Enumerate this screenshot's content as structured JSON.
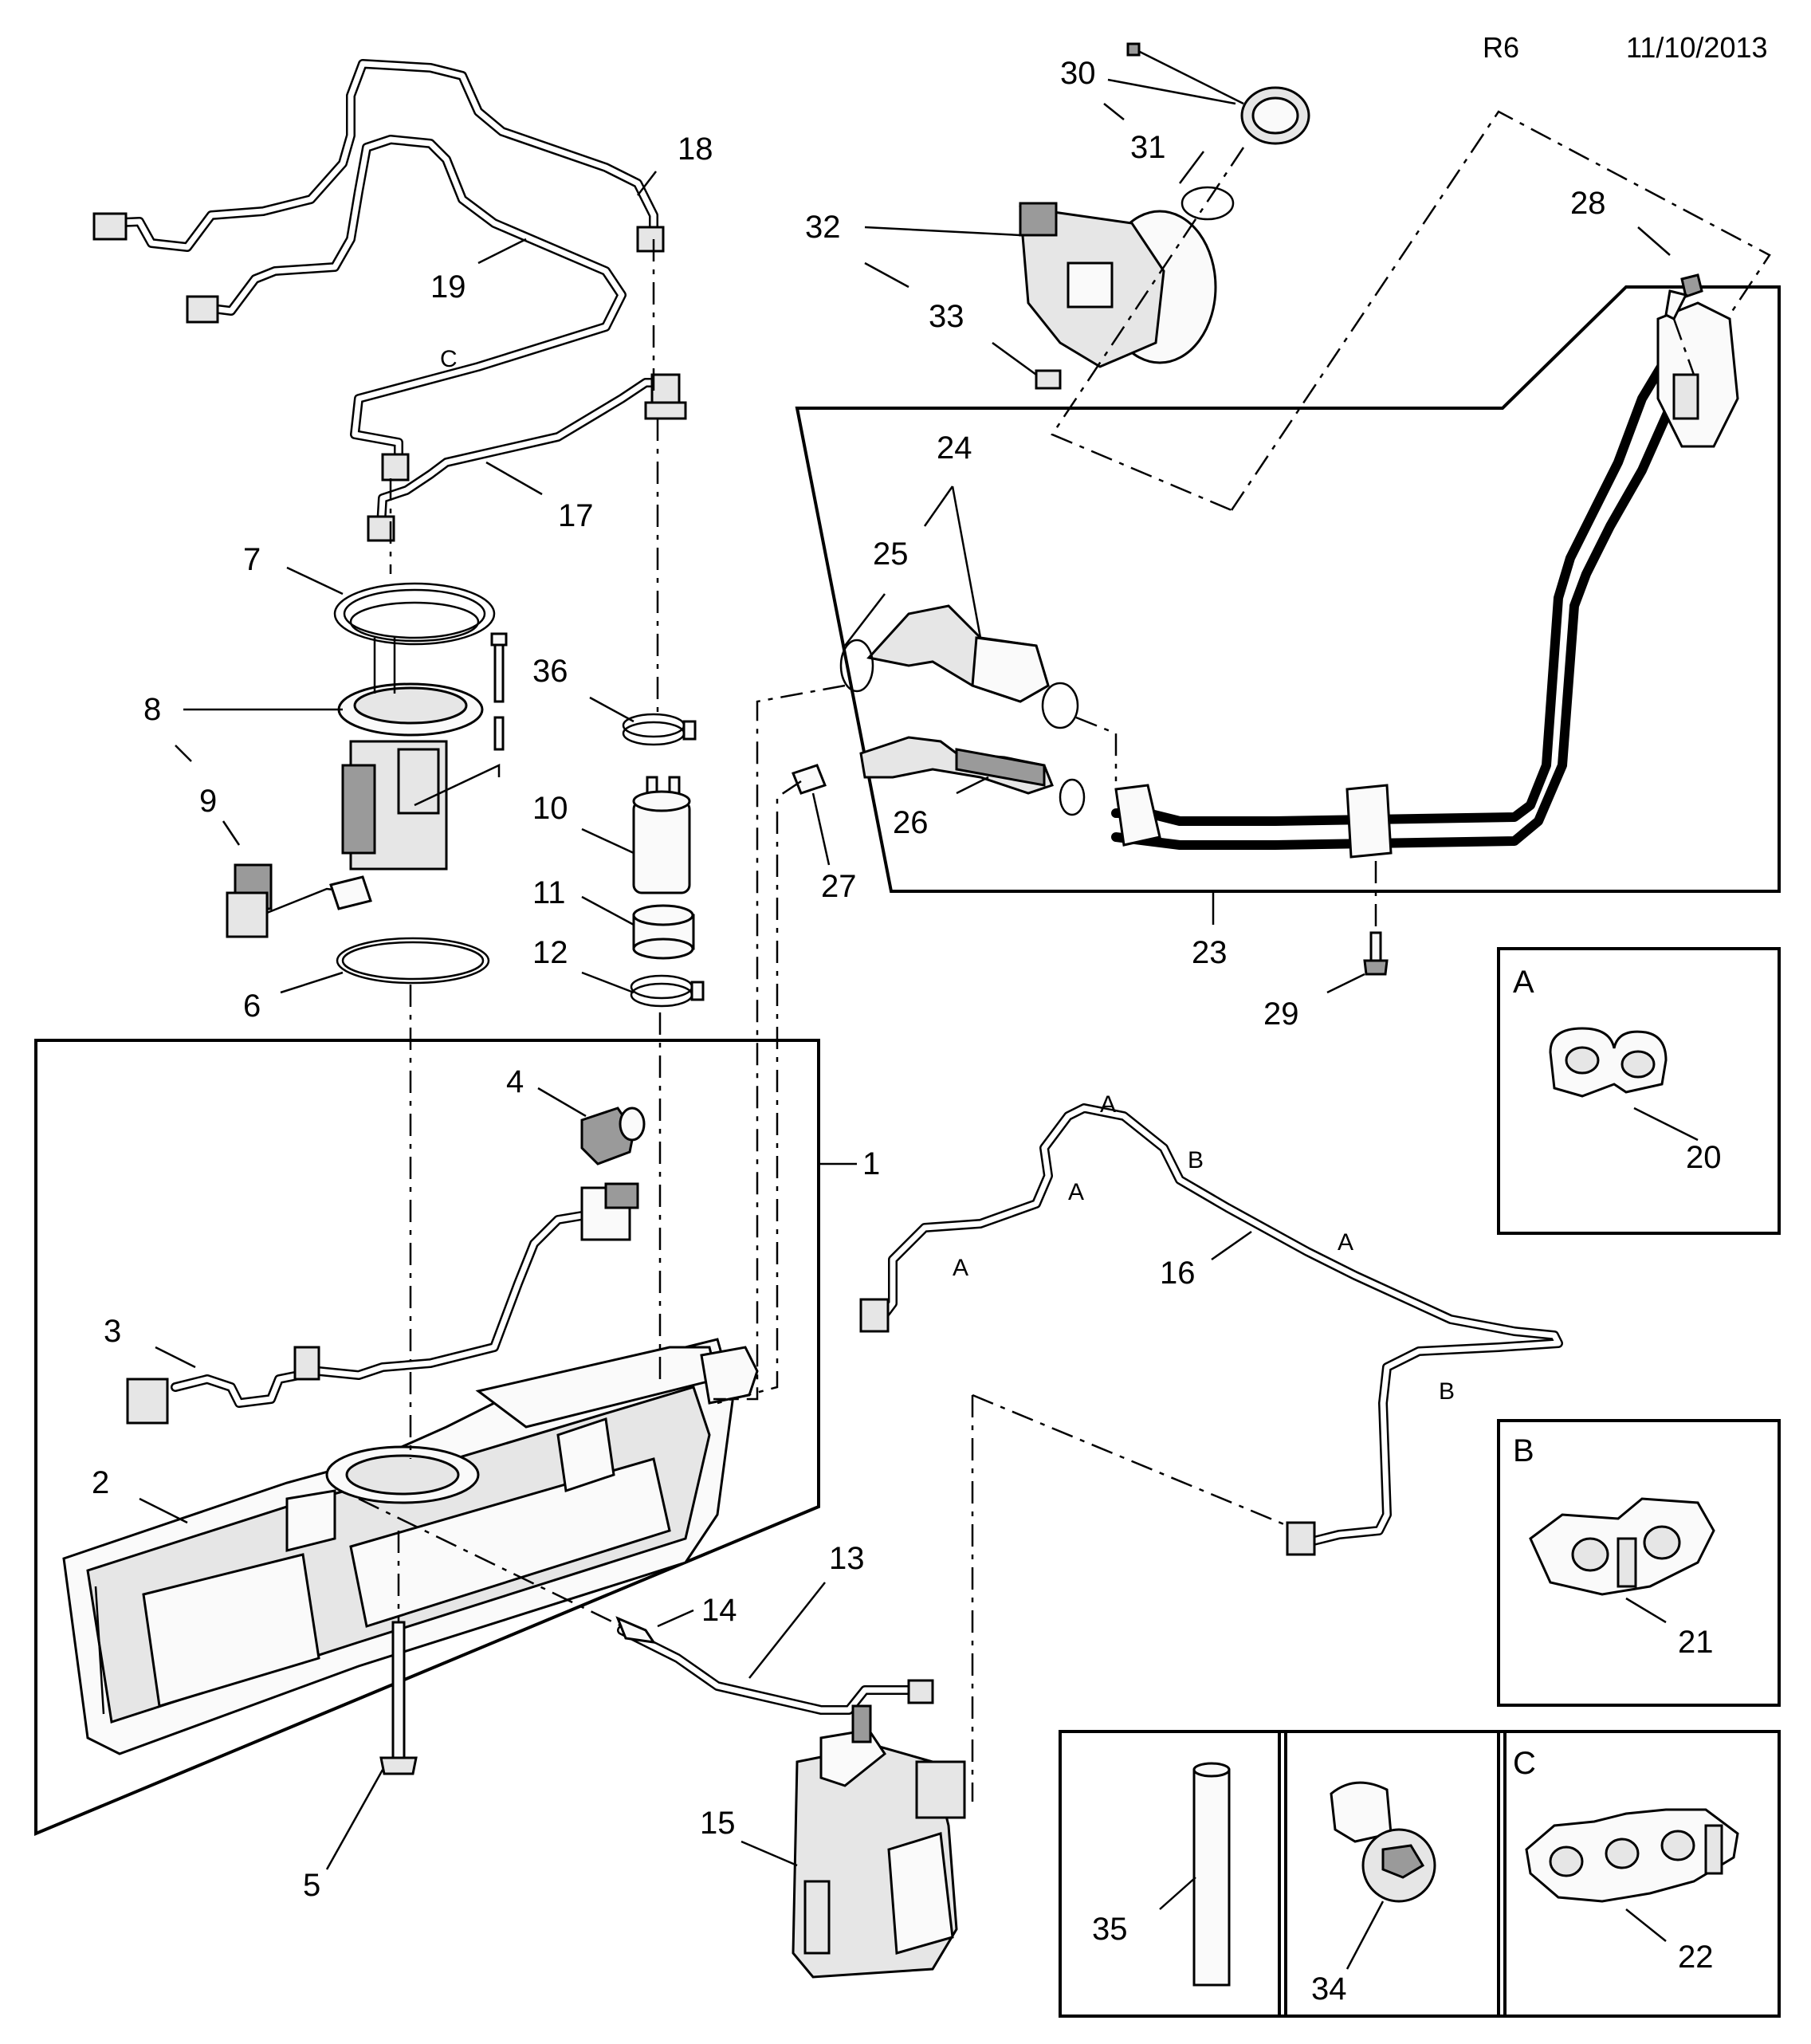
{
  "header": {
    "ref": "R6",
    "date": "11/10/2013"
  },
  "callouts": {
    "c1": "1",
    "c2": "2",
    "c3": "3",
    "c4": "4",
    "c5": "5",
    "c6": "6",
    "c7": "7",
    "c8": "8",
    "c9": "9",
    "c10": "10",
    "c11": "11",
    "c12": "12",
    "c13": "13",
    "c14": "14",
    "c15": "15",
    "c16": "16",
    "c17": "17",
    "c18": "18",
    "c19": "19",
    "c20": "20",
    "c21": "21",
    "c22": "22",
    "c23": "23",
    "c24": "24",
    "c25": "25",
    "c26": "26",
    "c27": "27",
    "c28": "28",
    "c29": "29",
    "c30": "30",
    "c31": "31",
    "c32": "32",
    "c33": "33",
    "c34": "34",
    "c35": "35",
    "c36": "36"
  },
  "clip_markers": {
    "a": "A",
    "b": "B",
    "c": "C"
  },
  "detail_boxes": {
    "a_title": "A",
    "b_title": "B",
    "c_title": "C"
  }
}
